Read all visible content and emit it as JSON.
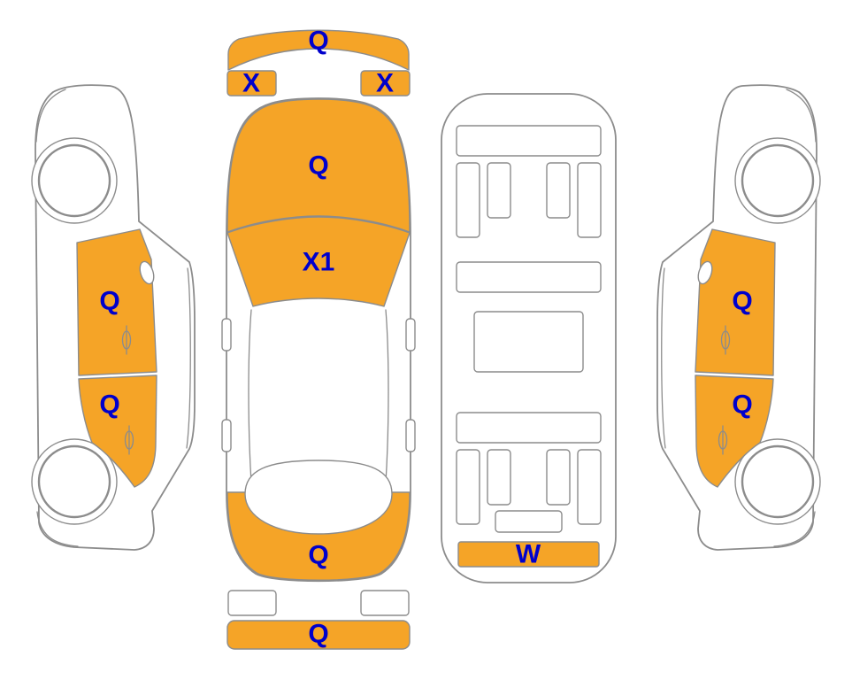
{
  "diagram": {
    "colors": {
      "highlight": "#F5A427",
      "outline": "#8C8C8C",
      "label": "#0000CC",
      "background": "#FFFFFF"
    },
    "views": {
      "left_side": {
        "panels": [
          {
            "part": "front-door",
            "code": "Q"
          },
          {
            "part": "rear-door",
            "code": "Q"
          }
        ]
      },
      "top": {
        "panels": [
          {
            "part": "front-bumper",
            "code": "Q"
          },
          {
            "part": "left-headlight",
            "code": "X"
          },
          {
            "part": "right-headlight",
            "code": "X"
          },
          {
            "part": "hood",
            "code": "Q"
          },
          {
            "part": "windshield",
            "code": "X1"
          },
          {
            "part": "rear-deck",
            "code": "Q"
          },
          {
            "part": "rear-bumper",
            "code": "Q"
          }
        ]
      },
      "interior": {
        "panels": [
          {
            "part": "rear-floor-strip",
            "code": "W"
          }
        ]
      },
      "right_side": {
        "panels": [
          {
            "part": "front-door",
            "code": "Q"
          },
          {
            "part": "rear-door",
            "code": "Q"
          }
        ]
      }
    }
  }
}
